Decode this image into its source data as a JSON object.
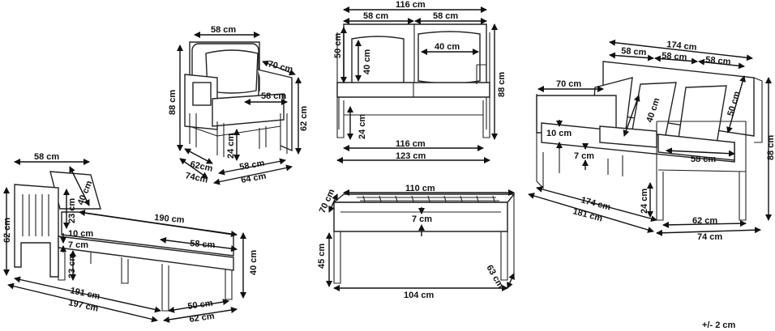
{
  "tolerance": "+/- 2 cm",
  "armchair": {
    "width_top": "58 cm",
    "depth_top": "70 cm",
    "height_left": "88 cm",
    "height_right": "62 cm",
    "seat_depth": "58 cm",
    "leg_height": "24 cm",
    "bottom_depth": "62cm",
    "bottom_depth_outer": "74cm",
    "bottom_width": "58 cm",
    "bottom_width_outer": "64 cm"
  },
  "loveseat": {
    "total_top": "116 cm",
    "seat_left": "58 cm",
    "seat_right": "58 cm",
    "back_height": "50 cm",
    "cushion_height": "40 cm",
    "cushion_width": "40 cm",
    "total_height": "88 cm",
    "leg_height": "24 cm",
    "bottom_inner": "116 cm",
    "bottom_outer": "123 cm"
  },
  "sofa": {
    "total_top": "174 cm",
    "seat_1": "58 cm",
    "seat_2": "58 cm",
    "seat_3": "58 cm",
    "arm_depth": "70 cm",
    "cushion_left": "10 cm",
    "cushion_mid": "40 cm",
    "back_height": "50 cm",
    "seat_thickness": "7 cm",
    "seat_depth": "58 cm",
    "total_height": "88 cm",
    "leg_height": "24 cm",
    "bottom_inner": "174 cm",
    "bottom_outer": "181 cm",
    "depth_inner": "62 cm",
    "depth_outer": "74 cm"
  },
  "lounger": {
    "back_width": "58 cm",
    "cushion_height": "40 cm",
    "back_upper": "23 cm",
    "total_length": "190 cm",
    "height_left": "62 cm",
    "pad_thickness": "10 cm",
    "frame_thickness": "7 cm",
    "seat_width": "58 cm",
    "leg_height": "23 cm",
    "height_right": "40 cm",
    "length_inner": "191 cm",
    "length_outer": "197 cm",
    "width_inner": "50 cm",
    "width_outer": "62 cm"
  },
  "table": {
    "length_top": "110 cm",
    "depth": "70 cm",
    "top_thickness": "7 cm",
    "height": "45 cm",
    "leg_span": "104 cm",
    "depth_bottom": "63 cm"
  }
}
